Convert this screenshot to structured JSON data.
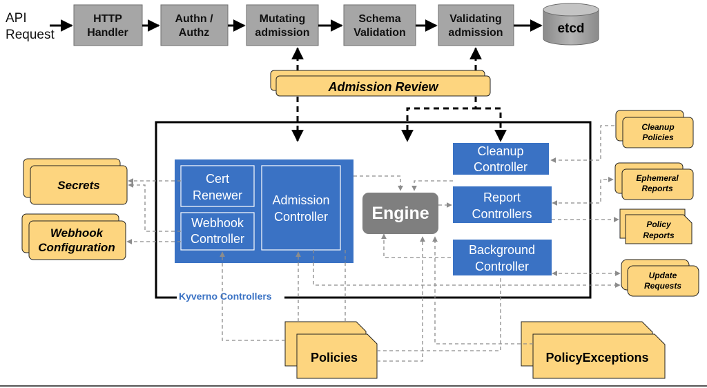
{
  "pipeline": {
    "api_request": [
      "API",
      "Request"
    ],
    "http_handler": [
      "HTTP",
      "Handler"
    ],
    "authn_authz": [
      "Authn /",
      "Authz"
    ],
    "mutating_admission": [
      "Mutating",
      "admission"
    ],
    "schema_validation": [
      "Schema",
      "Validation"
    ],
    "validating_admission": [
      "Validating",
      "admission"
    ],
    "etcd": "etcd"
  },
  "admission_review": "Admission Review",
  "kyverno": {
    "label": "Kyverno Controllers",
    "cert_renewer": [
      "Cert",
      "Renewer"
    ],
    "webhook_controller": [
      "Webhook",
      "Controller"
    ],
    "admission_controller": [
      "Admission",
      "Controller"
    ],
    "engine": "Engine",
    "cleanup_controller": [
      "Cleanup",
      "Controller"
    ],
    "report_controllers": [
      "Report",
      "Controllers"
    ],
    "background_controller": [
      "Background",
      "Controller"
    ]
  },
  "resources": {
    "secrets": "Secrets",
    "webhook_configuration": [
      "Webhook",
      "Configuration"
    ],
    "cleanup_policies": [
      "Cleanup",
      "Policies"
    ],
    "ephemeral_reports": [
      "Ephemeral",
      "Reports"
    ],
    "policy_reports": [
      "Policy",
      "Reports"
    ],
    "update_requests": [
      "Update",
      "Requests"
    ],
    "policies": "Policies",
    "policy_exceptions": "PolicyExceptions"
  },
  "colors": {
    "gray_box": "#a6a6a6",
    "blue_box": "#3a72c4",
    "engine_box": "#7f7f7f",
    "folder_fill": "#fdd57f",
    "label_blue": "#3a72c4"
  }
}
